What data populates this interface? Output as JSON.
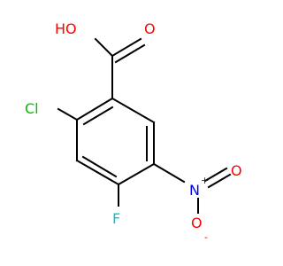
{
  "molecule": {
    "atoms": {
      "oh": "HO",
      "o_carbonyl": "O",
      "cl": "Cl",
      "f": "F",
      "n": "N",
      "n_charge": "+",
      "o_nitro_double": "O",
      "o_nitro_single": "O",
      "o_nitro_charge": "-"
    },
    "colors": {
      "bond": "#000000",
      "oxygen": "#ff0000",
      "chlorine": "#00c000",
      "fluorine": "#00c8c8",
      "nitrogen": "#0000ff"
    }
  }
}
